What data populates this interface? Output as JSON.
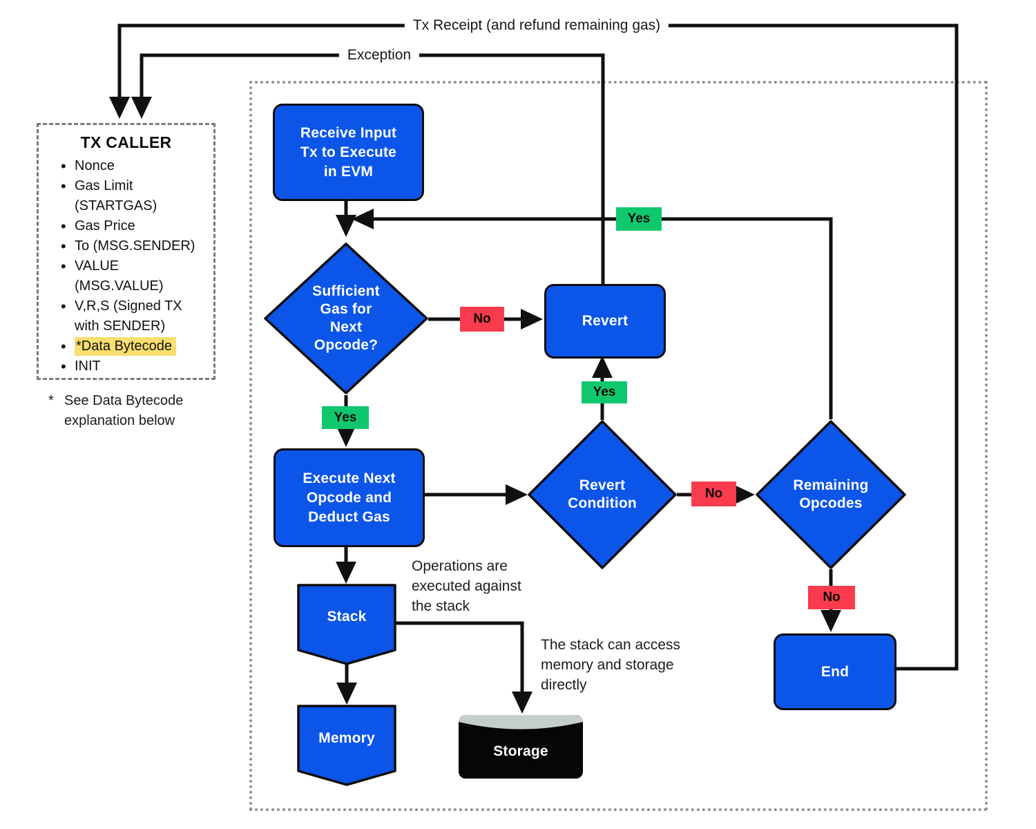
{
  "colors": {
    "blue": "#0B55E9",
    "green": "#0FC86D",
    "red": "#F93B4D",
    "yellow": "#F8DE6F",
    "line": "#101010",
    "dotted": "#8F8F8F",
    "dashed": "#7A7A7A",
    "storage-gray": "#C4CFCA"
  },
  "top_labels": {
    "tx_receipt": "Tx Receipt (and refund remaining gas)",
    "exception": "Exception"
  },
  "tx_caller": {
    "title": "TX CALLER",
    "lines": [
      {
        "t": "Nonce"
      },
      {
        "t": "Gas Limit"
      },
      {
        "t": "(STARTGAS)"
      },
      {
        "t": "Gas Price"
      },
      {
        "t": "To (MSG.SENDER)"
      },
      {
        "t": "VALUE"
      },
      {
        "t": "(MSG.VALUE)"
      },
      {
        "t": "V,R,S (Signed TX"
      },
      {
        "t": "with SENDER)"
      },
      {
        "t": "*Data Bytecode"
      },
      {
        "t": "INIT"
      }
    ]
  },
  "footnote": {
    "star": "*",
    "line1": "See Data Bytecode",
    "line2": "explanation below"
  },
  "nodes": {
    "receive_lines": [
      "Receive Input",
      "Tx to Execute",
      "in EVM"
    ],
    "sufficient_gas_lines": [
      "Sufficient",
      "Gas for",
      "Next",
      "Opcode?"
    ],
    "revert": "Revert",
    "execute_lines": [
      "Execute Next",
      "Opcode and",
      "Deduct Gas"
    ],
    "revert_condition_lines": [
      "Revert",
      "Condition"
    ],
    "remaining_opcodes_lines": [
      "Remaining",
      "Opcodes"
    ],
    "end": "End",
    "stack": "Stack",
    "memory": "Memory",
    "storage": "Storage"
  },
  "chips": {
    "gas_yes": "Yes",
    "gas_no": "No",
    "revert_yes": "Yes",
    "revert_cond_no": "No",
    "remaining_yes": "Yes",
    "remaining_no": "No"
  },
  "annotations": {
    "operations_lines": [
      "Operations are",
      "executed against",
      "the stack"
    ],
    "stack_access_lines": [
      "The stack can access",
      "memory and storage",
      "directly"
    ]
  }
}
